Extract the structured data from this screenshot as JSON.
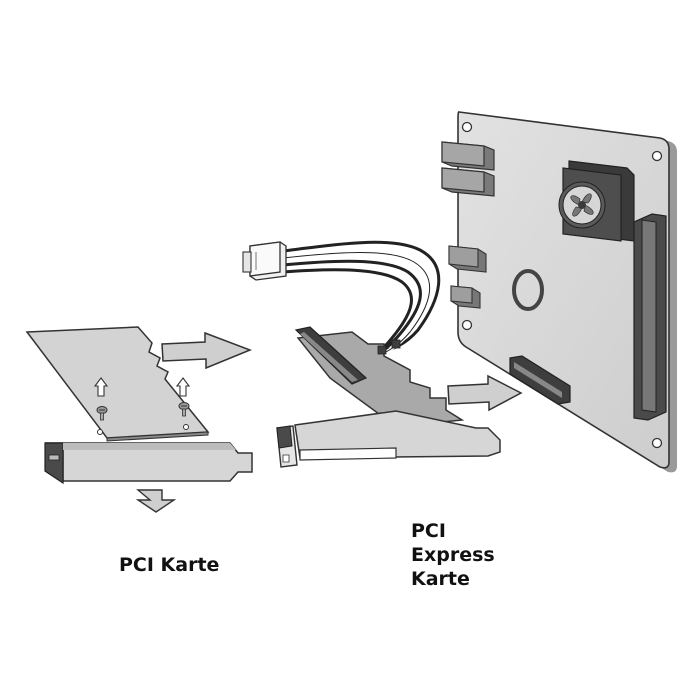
{
  "captions": {
    "pci_card": "PCI Karte",
    "pcie_card_lines": [
      "PCI",
      "Express",
      "Karte"
    ]
  },
  "colors": {
    "outline": "#333333",
    "board_fill": "#d4d4d4",
    "card_fill": "#cfcfcf",
    "dark_part": "#555555",
    "arrow_fill": "#cfcfcf",
    "background": "#ffffff"
  },
  "icons": [
    "arrow-icon",
    "fan-icon",
    "screw-icon",
    "power-connector-icon"
  ]
}
